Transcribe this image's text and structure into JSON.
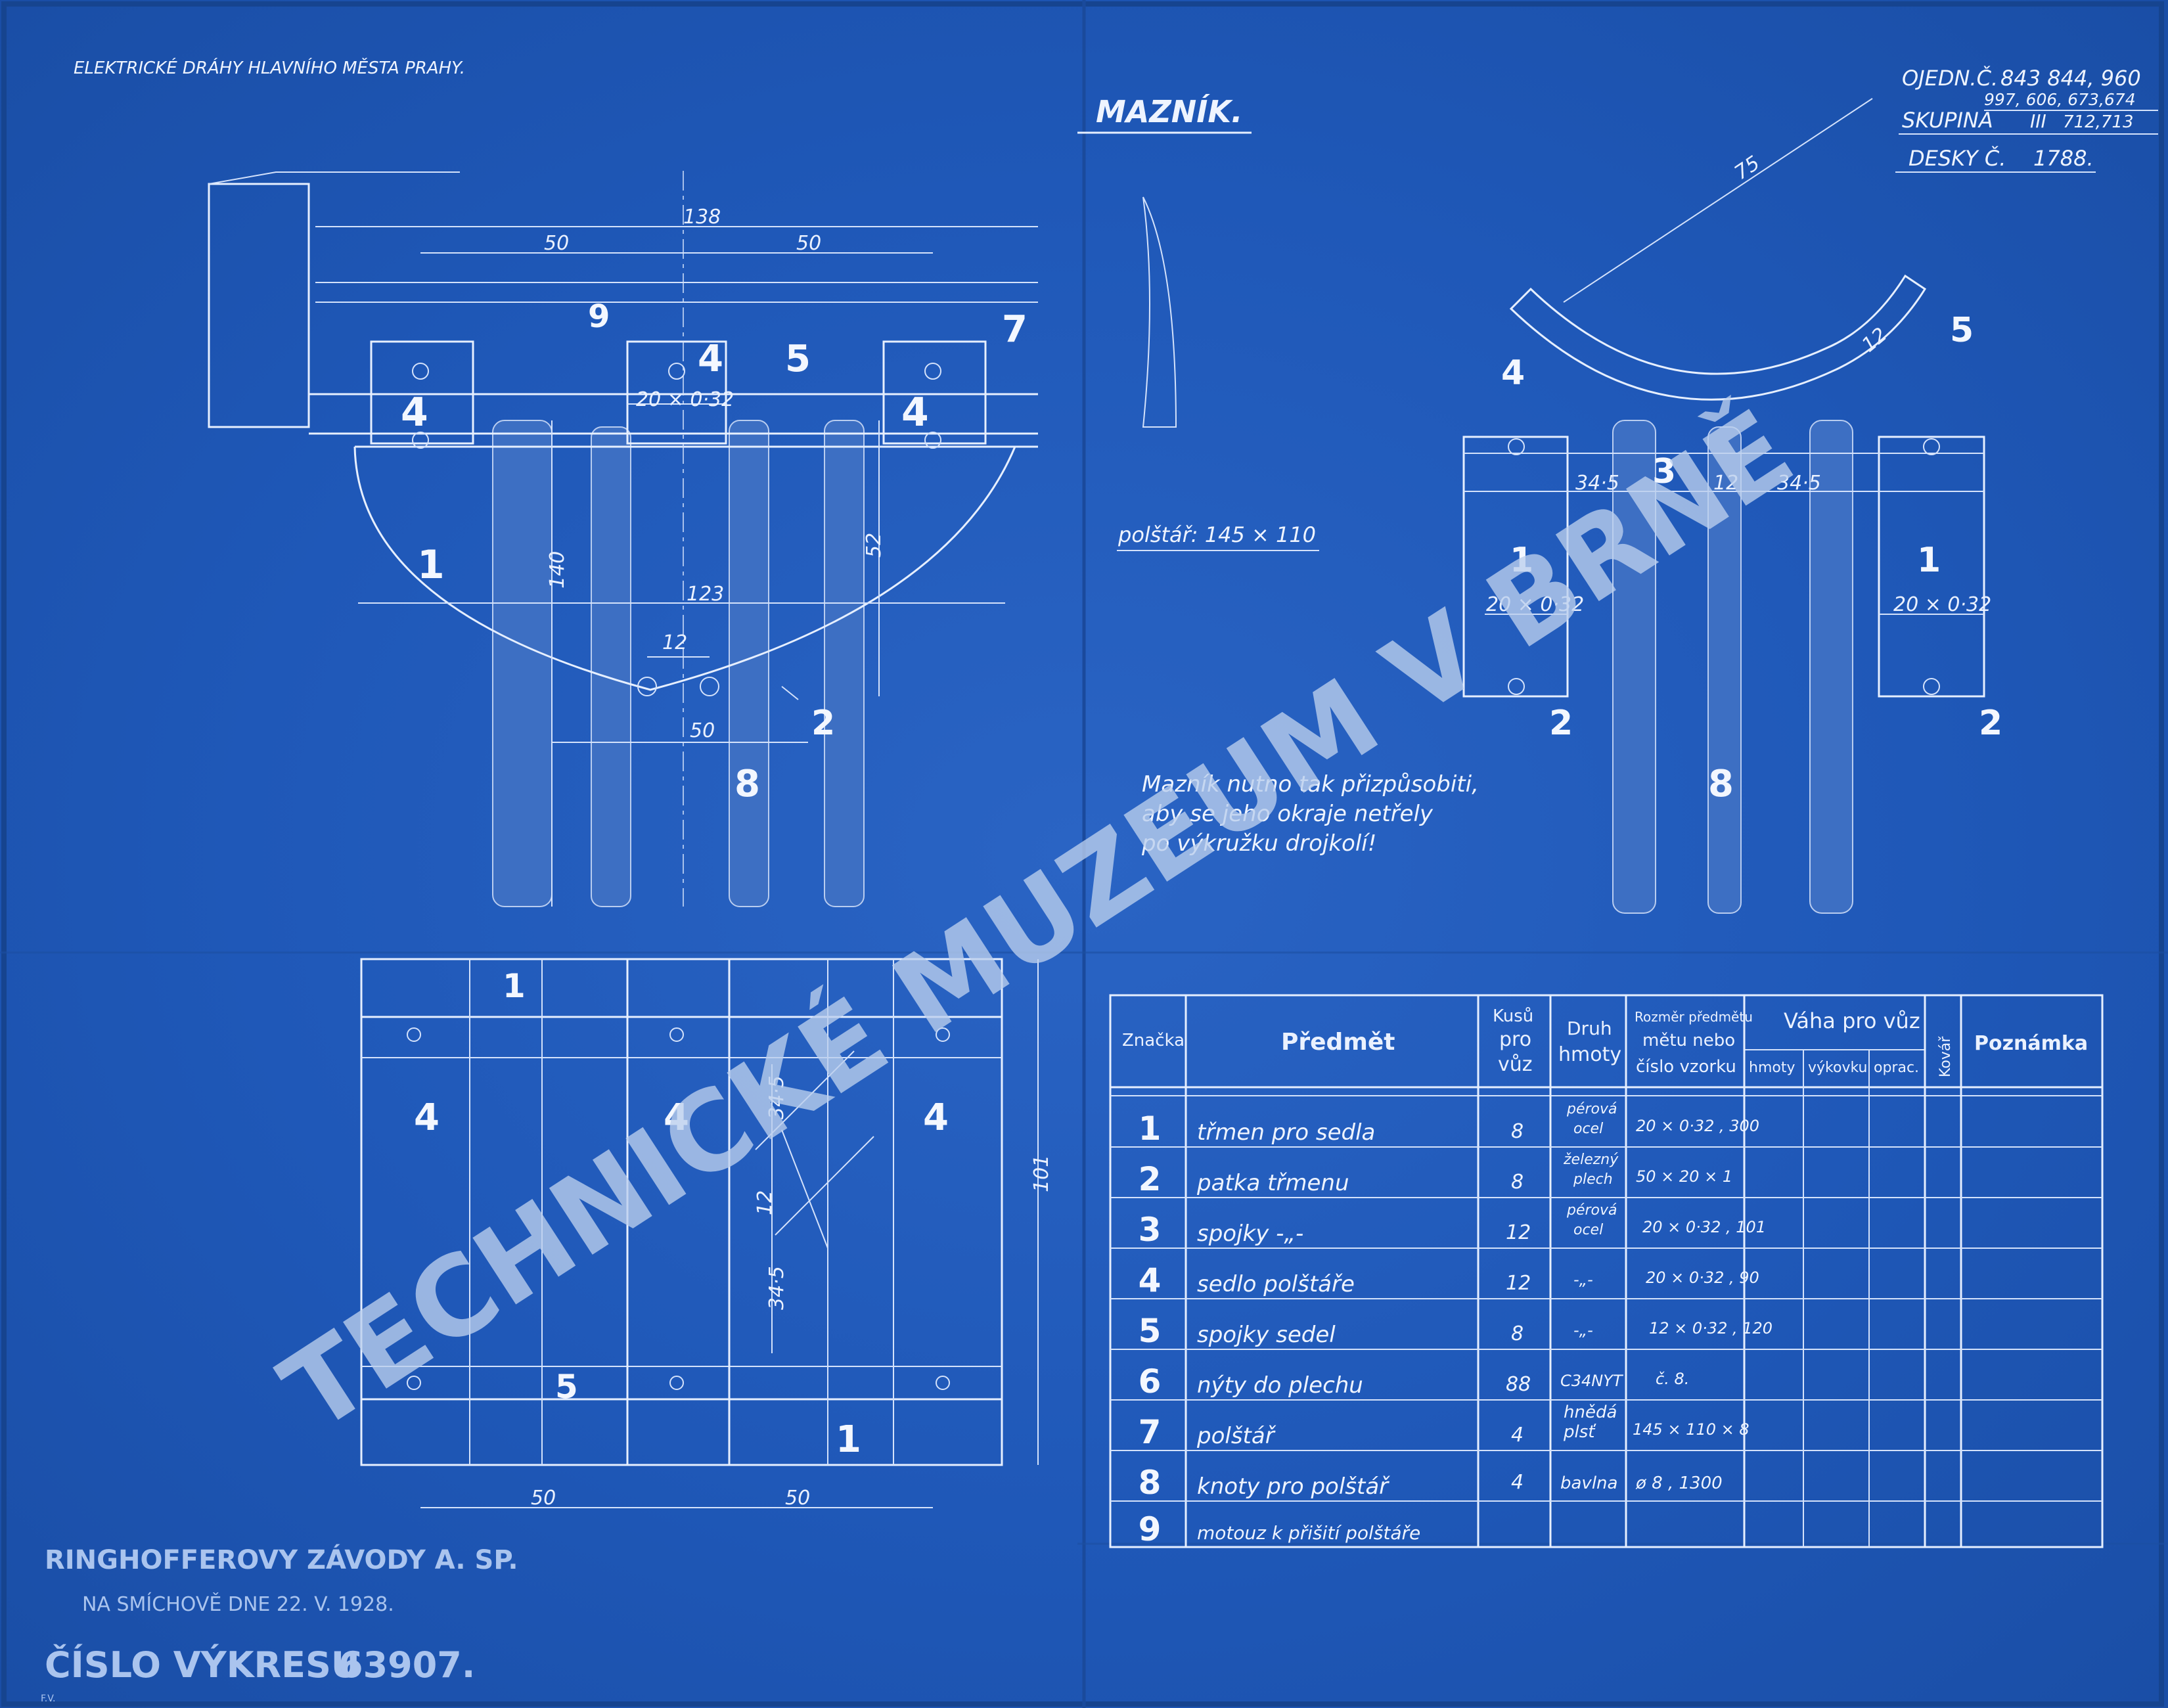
{
  "header": {
    "company": "ELEKTRICKÉ  DRÁHY HLAVNÍHO MĚSTA PRAHY.",
    "title": "MAZNÍK.",
    "order_label": "OJEDN.Č.",
    "order_numbers_1": "843  844, 960",
    "order_numbers_2": "997, 606,  673,674",
    "group_label": "SKUPINA",
    "group_numeral": "III",
    "group_numbers": "712,713",
    "plate_label": "DESKY Č.",
    "plate_number": "1788."
  },
  "left_view": {
    "dims": {
      "d138": "138",
      "d50a": "50",
      "d50b": "50",
      "d20x032": "20 × 0·32",
      "d140": "140",
      "d52": "52",
      "d123": "123",
      "d12": "12",
      "d50c": "50"
    },
    "labels": {
      "p9": "9",
      "p4a": "4",
      "p5": "5",
      "p7": "7",
      "p4b": "4",
      "p4c": "4",
      "p1": "1",
      "p2": "2",
      "p8": "8"
    }
  },
  "right_view": {
    "dims": {
      "d75": "75",
      "d12a": "12",
      "d345a": "34·5",
      "d12b": "12",
      "d345b": "34·5",
      "d20a": "20 × 0·32",
      "d20b": "20 × 0·32"
    },
    "labels": {
      "p4": "4",
      "p5": "5",
      "p3": "3",
      "p1a": "1",
      "p1b": "1",
      "p2a": "2",
      "p2b": "2",
      "p8": "8"
    },
    "pad_note": "polštář:  145 × 110",
    "note_lines": [
      "Mazník nutno tak přizpůsobiti,",
      "aby se jeho okraje netřely",
      "po výkružku drojkolí!"
    ]
  },
  "plan_view": {
    "labels": {
      "p1a": "1",
      "p4a": "4",
      "p4b": "4",
      "p4c": "4",
      "p5": "5",
      "p1b": "1"
    },
    "dims": {
      "d345a": "34·5",
      "d12": "12",
      "d345b": "34·5",
      "d101": "101",
      "d50a": "50",
      "d50b": "50"
    }
  },
  "parts_table": {
    "headers": {
      "mark": "Značka",
      "item": "Předmět",
      "qty_1": "Kusů",
      "qty_2": "pro",
      "qty_3": "vůz",
      "material_1": "Druh",
      "material_2": "hmoty",
      "size_1": "Rozměr předmětu",
      "size_2": "mětu nebo",
      "size_3": "číslo vzorku",
      "weight_group": "Váha pro vůz",
      "weight_raw": "hmoty",
      "weight_forging": "výkovku",
      "weight_finished": "oprac.",
      "smith": "Kovář",
      "remark": "Poznámka"
    },
    "rows": [
      {
        "mark": "1",
        "item": "třmen  pro sedla",
        "qty": "8",
        "material_1": "pérová",
        "material_2": "ocel",
        "size": "20 × 0·32 , 300"
      },
      {
        "mark": "2",
        "item": "patka  třmenu",
        "qty": "8",
        "material_1": "železný",
        "material_2": "plech",
        "size": "50 × 20 × 1"
      },
      {
        "mark": "3",
        "item": "spojky   -„-",
        "qty": "12",
        "material_1": "pérová",
        "material_2": "ocel",
        "size": "20 × 0·32 , 101"
      },
      {
        "mark": "4",
        "item": "sedlo  polštáře",
        "qty": "12",
        "material_1": "-„-",
        "material_2": "",
        "size": "20 × 0·32 , 90"
      },
      {
        "mark": "5",
        "item": "spojky  sedel",
        "qty": "8",
        "material_1": "-„-",
        "material_2": "",
        "size": "12 × 0·32 , 120"
      },
      {
        "mark": "6",
        "item": "nýty  do plechu",
        "qty": "88",
        "material_1": "C34NYT",
        "material_2": "",
        "size": "č. 8."
      },
      {
        "mark": "7",
        "item": "polštář",
        "qty": "4",
        "material_1": "hnědá",
        "material_2": "plsť",
        "size": "145 × 110 × 8"
      },
      {
        "mark": "8",
        "item": "knoty  pro  polštář",
        "qty": "4",
        "material_1": "bavlna",
        "material_2": "",
        "size": "ø 8 , 1300"
      },
      {
        "mark": "9",
        "item": "motouz  k  přišití polštáře",
        "qty": "",
        "material_1": "",
        "material_2": "",
        "size": ""
      }
    ]
  },
  "footer": {
    "maker": "RINGHOFFEROVY  ZÁVODY  A. SP.",
    "place_date": "NA  SMÍCHOVĚ  DNE  22. V. 1928.",
    "drawing_no_label": "ČÍSLO  VÝKRESU",
    "drawing_no": "63907.",
    "initials": "F.V."
  },
  "watermark": {
    "line1": "TECHNICKÉ MUZEUM V BRNĚ"
  }
}
